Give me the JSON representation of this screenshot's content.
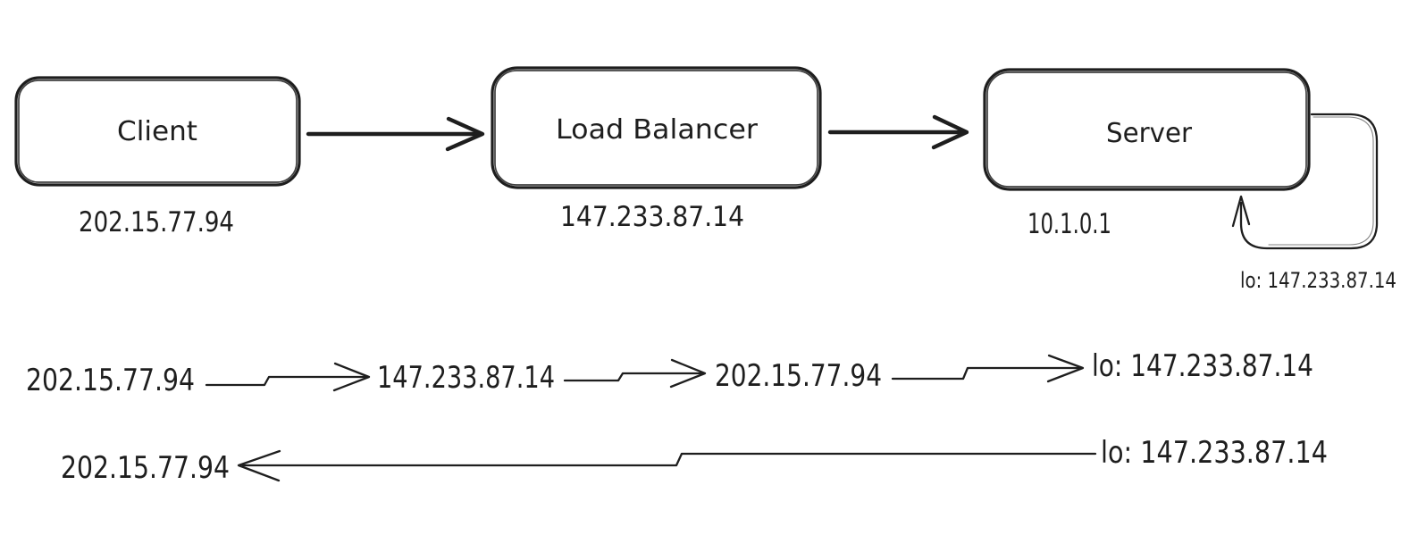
{
  "canvas": {
    "background": "#ffffff",
    "ink_color": "#1e1e1e"
  },
  "nodes": [
    {
      "label": "Client",
      "ip": "202.15.77.94"
    },
    {
      "label": "Load Balancer",
      "ip": "147.233.87.14"
    },
    {
      "label": "Server",
      "ip": "10.1.0.1"
    }
  ],
  "server_loopback": {
    "label": "lo: 147.233.87.14"
  },
  "packet_flow": {
    "request": [
      "202.15.77.94",
      "147.233.87.14",
      "202.15.77.94",
      "lo: 147.233.87.14"
    ],
    "response": {
      "from": "lo: 147.233.87.14",
      "to": "202.15.77.94"
    }
  }
}
